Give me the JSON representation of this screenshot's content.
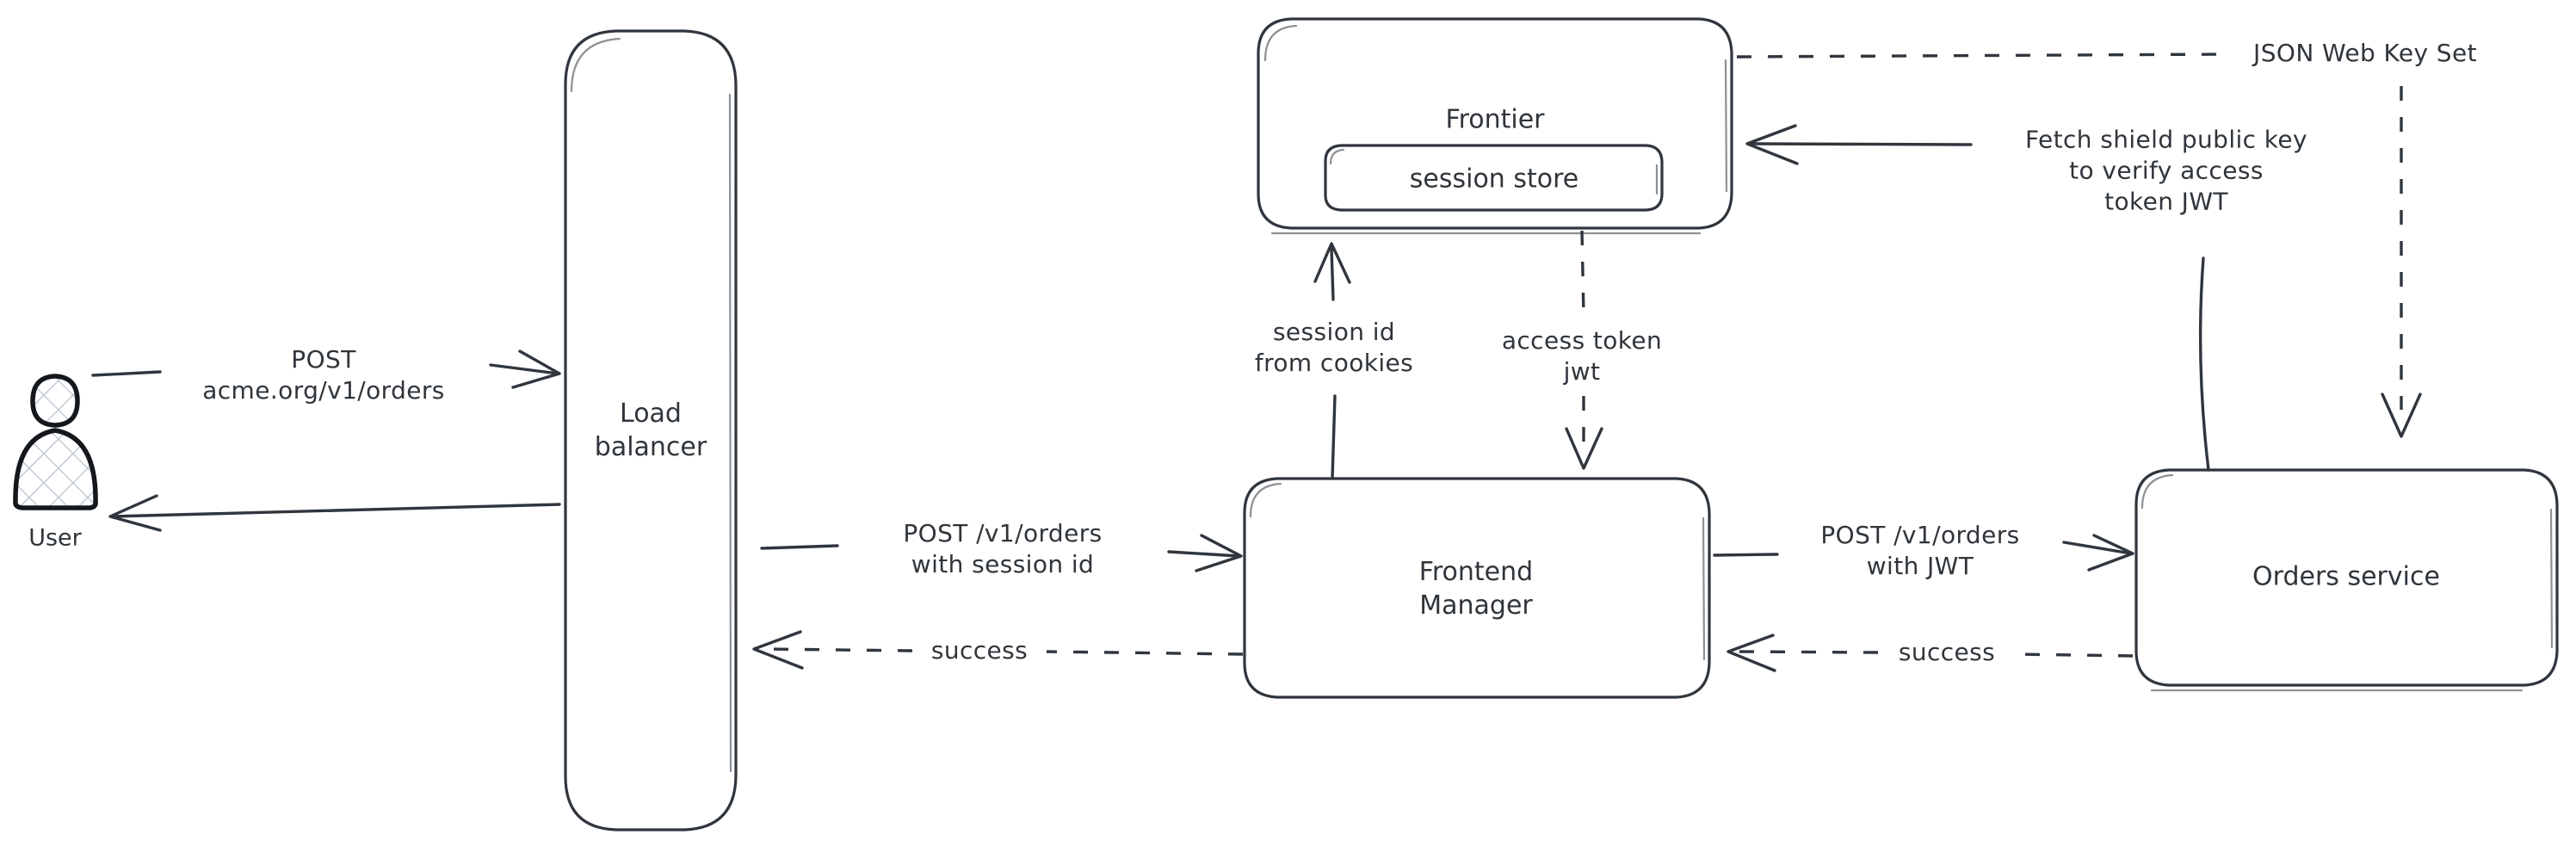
{
  "diagram": {
    "title": "Auth flow: user request through load balancer, frontend manager, frontier and orders service",
    "stroke_color": "#30363d",
    "background_color": "#ffffff",
    "hatch_color": "#b9c4d0"
  },
  "nodes": [
    {
      "id": "user",
      "label": "User",
      "shape": "person"
    },
    {
      "id": "load-balancer",
      "label": "Load\nbalancer",
      "shape": "rounded-rect"
    },
    {
      "id": "frontier",
      "label": "Frontier",
      "shape": "rounded-rect"
    },
    {
      "id": "session-store",
      "label": "session store",
      "shape": "rounded-rect"
    },
    {
      "id": "frontend-manager",
      "label": "Frontend\nManager",
      "shape": "rounded-rect"
    },
    {
      "id": "orders-service",
      "label": "Orders service",
      "shape": "rounded-rect"
    }
  ],
  "edges": [
    {
      "id": "user-to-lb",
      "label": "POST\nacme.org/v1/orders",
      "from": "user",
      "to": "load-balancer",
      "style": "solid",
      "direction": "right"
    },
    {
      "id": "lb-to-user",
      "label": "",
      "from": "load-balancer",
      "to": "user",
      "style": "solid",
      "direction": "left"
    },
    {
      "id": "lb-to-fm",
      "label": "POST /v1/orders\nwith session id",
      "from": "load-balancer",
      "to": "frontend-manager",
      "style": "solid",
      "direction": "right"
    },
    {
      "id": "fm-to-lb-success",
      "label": "success",
      "from": "frontend-manager",
      "to": "load-balancer",
      "style": "dashed",
      "direction": "left"
    },
    {
      "id": "fm-to-frontier",
      "label": "session id\nfrom cookies",
      "from": "frontend-manager",
      "to": "frontier",
      "style": "solid",
      "direction": "up"
    },
    {
      "id": "frontier-to-fm",
      "label": "access token\njwt",
      "from": "frontier",
      "to": "frontend-manager",
      "style": "dashed",
      "direction": "down"
    },
    {
      "id": "fm-to-orders",
      "label": "POST /v1/orders\nwith JWT",
      "from": "frontend-manager",
      "to": "orders-service",
      "style": "solid",
      "direction": "right"
    },
    {
      "id": "orders-to-fm-success",
      "label": "success",
      "from": "orders-service",
      "to": "frontend-manager",
      "style": "dashed",
      "direction": "left"
    },
    {
      "id": "orders-to-frontier-fetch",
      "label": "Fetch shield public key\nto verify access\ntoken JWT",
      "from": "orders-service",
      "to": "frontier",
      "style": "solid",
      "direction": "left"
    },
    {
      "id": "frontier-to-orders-jwks",
      "label": "JSON Web Key Set",
      "from": "frontier",
      "to": "orders-service",
      "style": "dashed",
      "direction": "down"
    }
  ],
  "labels": {
    "user_caption": "User",
    "load_balancer": "Load\nbalancer",
    "frontier": "Frontier",
    "session_store": "session store",
    "frontend_manager": "Frontend\nManager",
    "orders_service": "Orders service",
    "post_acme_orders": "POST\nacme.org/v1/orders",
    "post_v1_orders_session": "POST /v1/orders\nwith session id",
    "success_left_lb": "success",
    "session_id_cookies": "session id\nfrom cookies",
    "access_token_jwt": "access token\njwt",
    "post_v1_orders_jwt": "POST /v1/orders\nwith JWT",
    "success_left_fm": "success",
    "fetch_shield_key": "Fetch shield public key\nto verify access\ntoken JWT",
    "json_web_key_set": "JSON Web Key Set"
  }
}
